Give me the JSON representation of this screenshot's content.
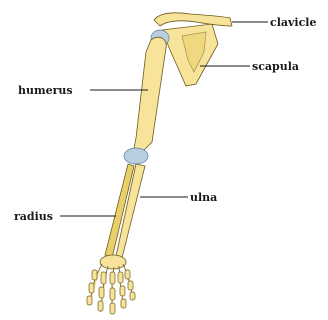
{
  "diagram": {
    "labels": {
      "clavicle": "clavicle",
      "scapula": "scapula",
      "humerus": "humerus",
      "ulna": "ulna",
      "radius": "radius"
    },
    "colors": {
      "bone": "#f7e49a",
      "bone_shadow": "#e9cf6a",
      "cartilage": "#b9cfe0",
      "outline": "#6b5a1e"
    }
  }
}
